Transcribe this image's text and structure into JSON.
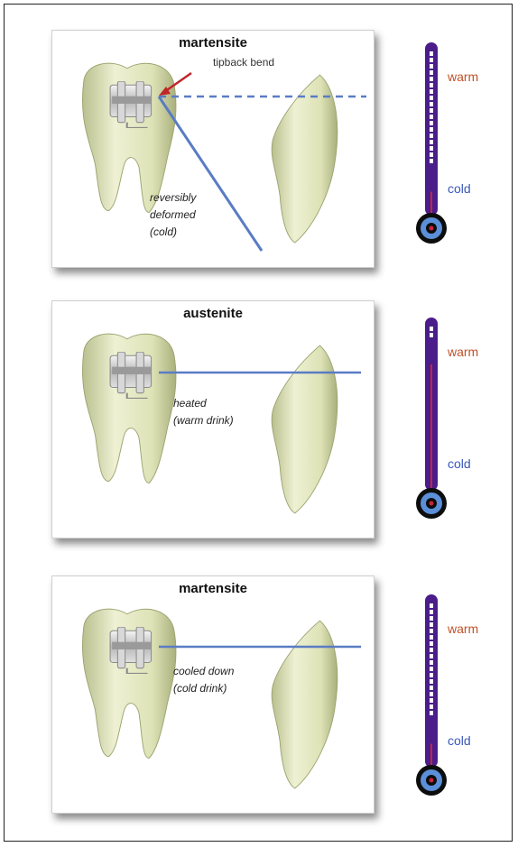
{
  "panels": [
    {
      "title": "martensite",
      "callout": "tipback bend",
      "note_line1": "reversibly",
      "note_line2": "deformed",
      "note_line3": "(cold)",
      "thermometer": {
        "warm_label": "warm",
        "cold_label": "cold",
        "level": 0.27
      }
    },
    {
      "title": "austenite",
      "note_line1": "heated",
      "note_line2": "(warm drink)",
      "thermometer": {
        "warm_label": "warm",
        "cold_label": "cold",
        "level": 0.93
      }
    },
    {
      "title": "martensite",
      "note_line1": "cooled down",
      "note_line2": "(cold drink)",
      "thermometer": {
        "warm_label": "warm",
        "cold_label": "cold",
        "level": 0.27
      }
    }
  ],
  "colors": {
    "tooth": "#e4e8c2",
    "wire": "#5a7cc4",
    "arrow": "#c0262a",
    "thermo_tube": "#4a1d8a",
    "thermo_bulb": "#5b8fd8",
    "warm_text": "#c0512a",
    "cold_text": "#3a58b8"
  }
}
